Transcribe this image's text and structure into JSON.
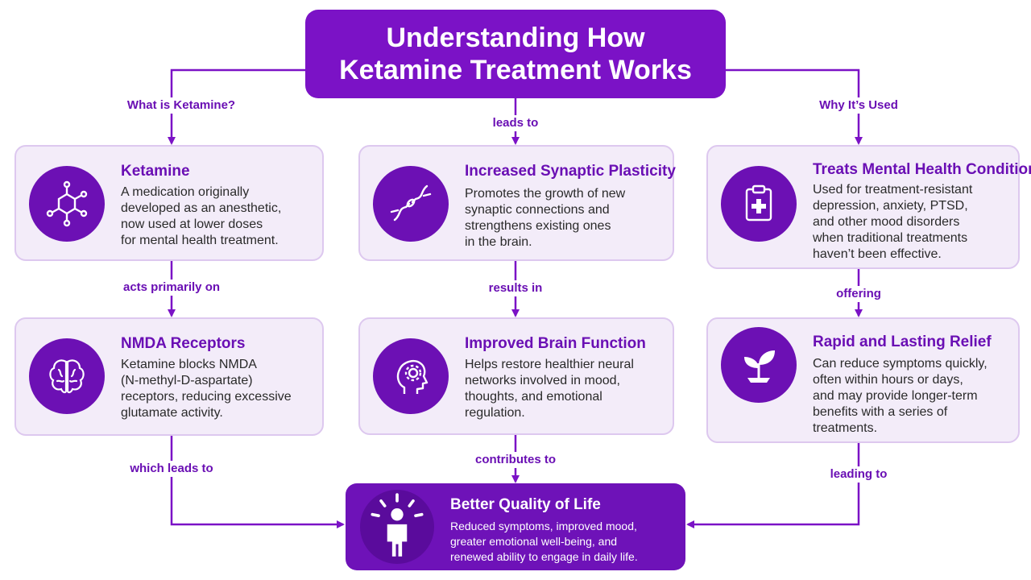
{
  "title": {
    "line1": "Understanding How",
    "line2": "Ketamine Treatment Works"
  },
  "cards": {
    "ketamine": {
      "title": "Ketamine",
      "desc": "A medication originally\ndeveloped as an anesthetic,\nnow used at lower doses\nfor mental health treatment.",
      "icon": "molecule-icon"
    },
    "plasticity": {
      "title": "Increased Synaptic Plasticity",
      "desc": "Promotes the growth of new\nsynaptic connections and\nstrengthens existing ones\nin the brain.",
      "icon": "synapse-icon"
    },
    "conditions": {
      "title": "Treats Mental Health Conditions",
      "desc": "Used for treatment-resistant\ndepression, anxiety, PTSD,\nand other mood disorders\nwhen traditional treatments\nhaven’t been effective.",
      "icon": "clipboard-medical-icon"
    },
    "nmda": {
      "title": "NMDA Receptors",
      "desc": "Ketamine blocks NMDA\n(N-methyl-D-aspartate)\nreceptors, reducing excessive\nglutamate activity.",
      "icon": "brain-icon"
    },
    "brain_function": {
      "title": "Improved Brain Function",
      "desc": "Helps restore healthier neural\nnetworks involved in mood,\nthoughts, and emotional\nregulation.",
      "icon": "head-gear-icon"
    },
    "relief": {
      "title": "Rapid and Lasting Relief",
      "desc": "Can reduce symptoms quickly,\noften within hours or days,\nand may provide longer-term\nbenefits with a series of\ntreatments.",
      "icon": "sprout-icon"
    }
  },
  "final": {
    "title": "Better Quality of Life",
    "desc": "Reduced symptoms, improved mood,\ngreater emotional well-being, and\nrenewed ability to engage in daily life.",
    "icon": "person-radiant-icon"
  },
  "labels": {
    "what_is": "What is Ketamine?",
    "leads_to": "leads to",
    "why_used": "Why It’s Used",
    "acts_on": "acts primarily on",
    "results_in": "results in",
    "offering": "offering",
    "which_leads": "which leads to",
    "contributes": "contributes to",
    "leading_to": "leading to"
  },
  "colors": {
    "primary": "#7b12c6",
    "card_bg": "#f3ecf9",
    "card_border": "#ddc8ef",
    "text": "#2a2a2a"
  }
}
